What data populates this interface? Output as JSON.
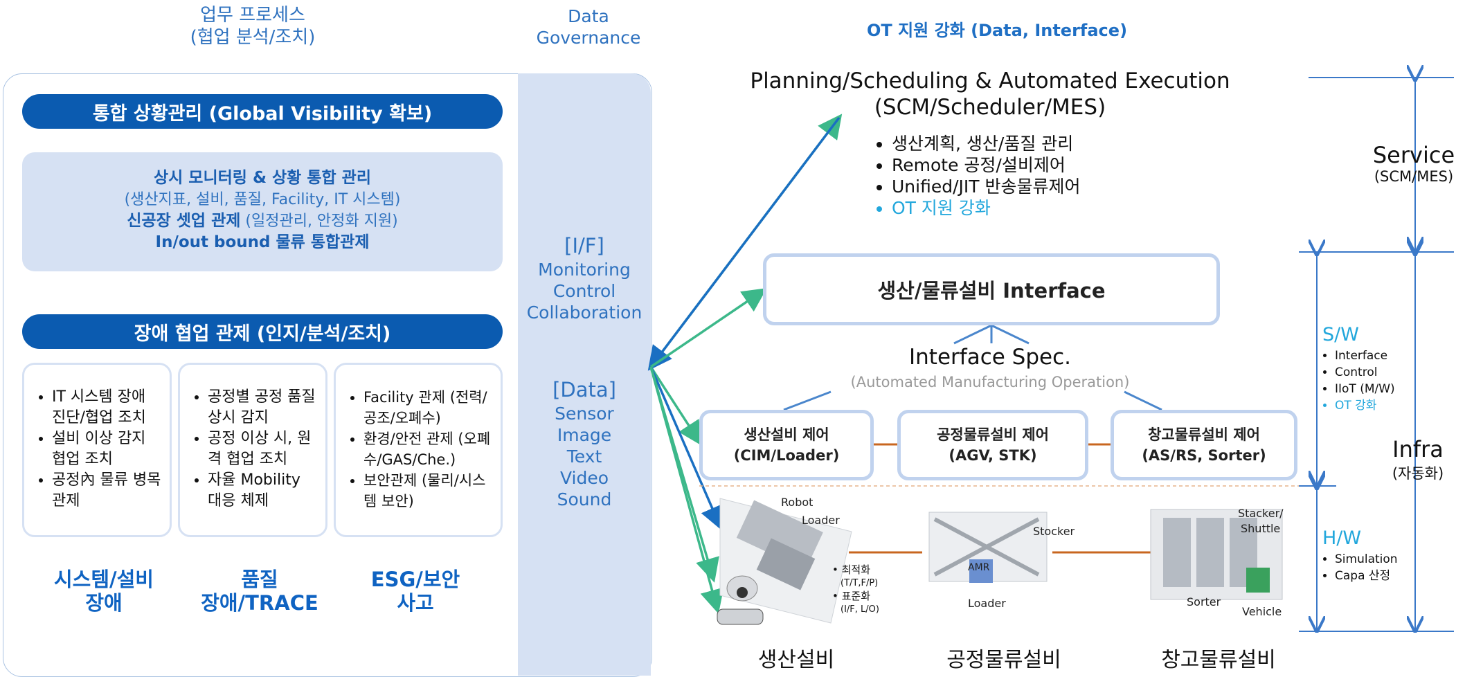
{
  "header": {
    "process_line1": "업무 프로세스",
    "process_line2": "(협업 분석/조치)",
    "gov_line1": "Data",
    "gov_line2": "Governance",
    "ot_title": "OT 지원 강화 (Data, Interface)"
  },
  "left": {
    "pill_top": "통합 상황관리 (Global Visibility 확보)",
    "monitor": {
      "line1": "상시 모니터링 & 상황 통합 관리",
      "line2": "(생산지표, 설비, 품질, Facility, IT 시스템)",
      "line3_bold": "신공장 셋업 관제",
      "line3_rest": " (일정관리, 안정화 지원)",
      "line4": "In/out bound 물류 통합관제"
    },
    "pill_mid": "장애 협업 관제 (인지/분석/조치)",
    "cards": [
      {
        "items": [
          "IT 시스템 장애 진단/협업 조치",
          "설비 이상 감지 협업 조치",
          "공정內 물류 병목 관제"
        ]
      },
      {
        "items": [
          "공정별 공정 품질 상시 감지",
          "공정 이상 시, 원격 협업 조치",
          "자율 Mobility 대응 체제"
        ]
      },
      {
        "items": [
          "Facility 관제 (전력/공조/오폐수)",
          "환경/안전 관제 (오폐수/GAS/Che.)",
          "보안관제 (물리/시스템 보안)"
        ]
      }
    ],
    "categories": [
      {
        "l1": "시스템/설비",
        "l2": "장애"
      },
      {
        "l1": "품질",
        "l2": "장애/TRACE"
      },
      {
        "l1": "ESG/보안",
        "l2": "사고"
      }
    ]
  },
  "gov": {
    "if_title": "[I/F]",
    "if_items": [
      "Monitoring",
      "Control",
      "Collaboration"
    ],
    "data_title": "[Data]",
    "data_items": [
      "Sensor",
      "Image",
      "Text",
      "Video",
      "Sound"
    ]
  },
  "right": {
    "plan_title1": "Planning/Scheduling & Automated Execution",
    "plan_title2": "(SCM/Scheduler/MES)",
    "plan_items": [
      "생산계획, 생산/품질 관리",
      "Remote 공정/설비제어",
      "Unified/JIT 반송물류제어"
    ],
    "plan_item_hl": "OT 지원 강화",
    "interface_box": "생산/물류설비 Interface",
    "spec_title": "Interface Spec.",
    "spec_sub": "(Automated Manufacturing Operation)",
    "ctrl_boxes": [
      {
        "l1": "생산설비 제어",
        "l2": "(CIM/Loader)"
      },
      {
        "l1": "공정물류설비 제어",
        "l2": "(AGV, STK)"
      },
      {
        "l1": "창고물류설비 제어",
        "l2": "(AS/RS, Sorter)"
      }
    ],
    "service": {
      "title": "Service",
      "sub": "(SCM/MES)"
    },
    "infra": {
      "title": "Infra",
      "sub": "(자동화)"
    },
    "sw": {
      "title": "S/W",
      "items": [
        "Interface",
        "Control",
        "IIoT (M/W)"
      ],
      "hl": "OT 강화"
    },
    "hw": {
      "title": "H/W",
      "items": [
        "Simulation",
        "Capa 산정"
      ]
    },
    "equip_labels": {
      "robot": "Robot",
      "loader1": "Loader",
      "stocker": "Stocker",
      "amr": "AMR",
      "loader2": "Loader",
      "stacker": "Stacker/",
      "shuttle": "Shuttle",
      "sorter": "Sorter",
      "vehicle": "Vehicle"
    },
    "opt_items": [
      {
        "t": "최적화",
        "s": "(T/T,F/P)"
      },
      {
        "t": "표준화",
        "s": "(I/F, L/O)"
      }
    ],
    "bottom": [
      "생산설비",
      "공정물류설비",
      "창고물류설비"
    ]
  },
  "colors": {
    "navy": "#0b5bb0",
    "light": "#d6e1f3",
    "accent": "#2f72bf",
    "cyan": "#22a7dc",
    "orange": "#c8661f",
    "green": "#3cb88a"
  }
}
